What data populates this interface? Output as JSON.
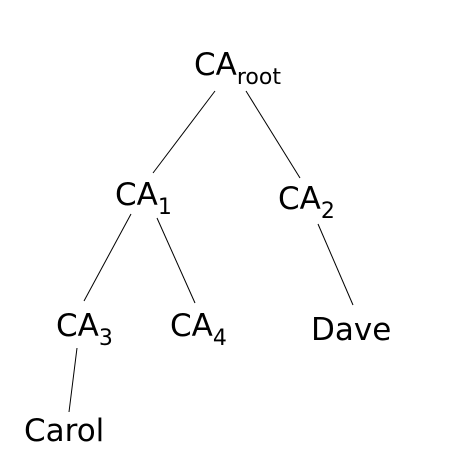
{
  "nodes": {
    "root": {
      "base": "CA",
      "sub": "root"
    },
    "ca1": {
      "base": "CA",
      "sub": "1"
    },
    "ca2": {
      "base": "CA",
      "sub": "2"
    },
    "ca3": {
      "base": "CA",
      "sub": "3"
    },
    "ca4": {
      "base": "CA",
      "sub": "4"
    },
    "dave": {
      "label": "Dave"
    },
    "carol": {
      "label": "Carol"
    }
  },
  "edges": [
    [
      "root",
      "ca1"
    ],
    [
      "root",
      "ca2"
    ],
    [
      "ca1",
      "ca3"
    ],
    [
      "ca1",
      "ca4"
    ],
    [
      "ca2",
      "dave"
    ],
    [
      "ca3",
      "carol"
    ]
  ]
}
